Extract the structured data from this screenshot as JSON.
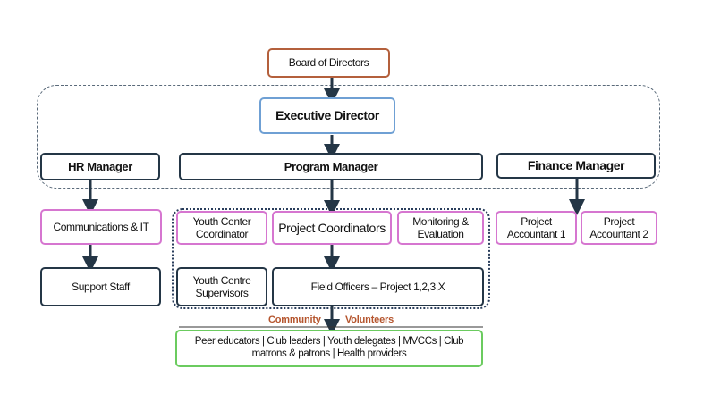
{
  "board": "Board of Directors",
  "executive": "Executive Director",
  "hr_manager": "HR Manager",
  "program_manager": "Program Manager",
  "finance_manager": "Finance Manager",
  "comms_it": "Communications & IT",
  "support_staff": "Support Staff",
  "youth_center_coordinator": "Youth Center Coordinator",
  "project_coordinators": "Project Coordinators",
  "monitoring_evaluation": "Monitoring & Evaluation",
  "youth_centre_supervisors": "Youth Centre Supervisors",
  "field_officers": "Field Officers – Project 1,2,3,X",
  "project_accountant_1": "Project Accountant 1",
  "project_accountant_2": "Project Accountant 2",
  "community_label_1": "Community",
  "community_label_2": "Volunteers",
  "volunteers_list": "Peer educators |  Club leaders |  Youth delegates |  MVCCs |  Club matrons & patrons |  Health providers",
  "colors": {
    "dark_border": "#243646",
    "blue_border": "#6fa0d4",
    "brown_border": "#b4603c",
    "pink_border": "#d676d0",
    "green_border": "#6bcb5f",
    "community_label": "#b5552e"
  }
}
